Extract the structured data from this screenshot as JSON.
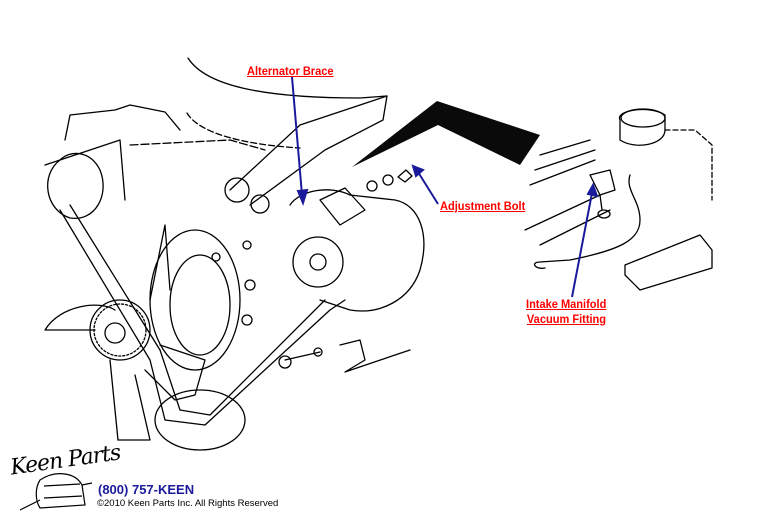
{
  "diagram": {
    "subject": "Alternator mounting and intake manifold vacuum fitting",
    "labels": {
      "alternator_brace": "Alternator Brace",
      "adjustment_bolt": "Adjustment Bolt",
      "intake_line1": "Intake Manifold",
      "intake_line2": "Vacuum Fitting"
    },
    "colors": {
      "label_text": "#ff0000",
      "leader_arrow": "#1a1a9a",
      "line_art": "#000000",
      "background": "#ffffff"
    }
  },
  "footer": {
    "logo_text": "Keen Parts",
    "phone": "(800) 757-KEEN",
    "copyright": "©2010 Keen Parts Inc. All Rights Reserved"
  }
}
